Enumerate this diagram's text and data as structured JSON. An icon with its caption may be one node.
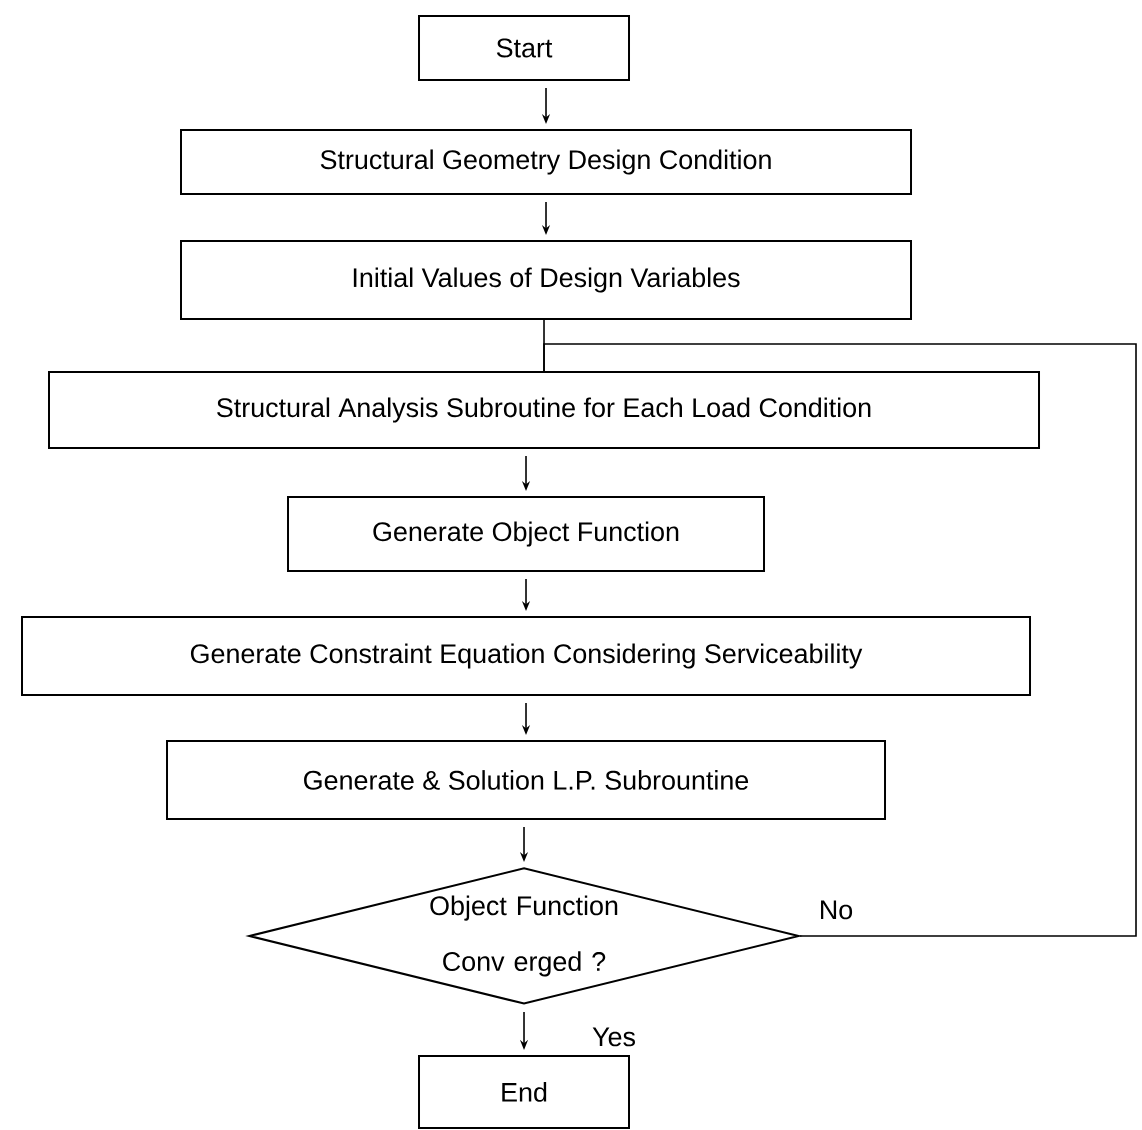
{
  "diagram": {
    "nodes": [
      {
        "text": [
          "Start"
        ]
      },
      {
        "text": [
          "Structural Geometry Design Condition"
        ]
      },
      {
        "text": [
          "Initial Values of Design Variables"
        ]
      },
      {
        "text": [
          "Structural Analysis Subroutine for Each Load Condition"
        ]
      },
      {
        "text": [
          "Generate Object Function"
        ]
      },
      {
        "text": [
          "Generate Constraint Equation Considering Serviceability"
        ]
      },
      {
        "text": [
          "Generate & Solution L.P. Subrountine"
        ]
      },
      {
        "text": [
          "Object Function Conv erged ?"
        ]
      },
      {
        "text": [
          "End"
        ]
      }
    ],
    "edges": [
      {
        "from": 0,
        "to": 1,
        "arrow": "to"
      },
      {
        "from": 1,
        "to": 2,
        "arrow": "to"
      },
      {
        "from": 2,
        "to": 3,
        "arrow": "none"
      },
      {
        "from": 3,
        "to": 4,
        "arrow": "to"
      },
      {
        "from": 4,
        "to": 5,
        "arrow": "to"
      },
      {
        "from": 5,
        "to": 6,
        "arrow": "to"
      },
      {
        "from": 6,
        "to": 7,
        "arrow": "to"
      },
      {
        "from": 7,
        "to": 8,
        "arrow": "to",
        "label": "Yes"
      },
      {
        "from": 7,
        "to": 3,
        "arrow": "none",
        "label": "No"
      }
    ]
  }
}
